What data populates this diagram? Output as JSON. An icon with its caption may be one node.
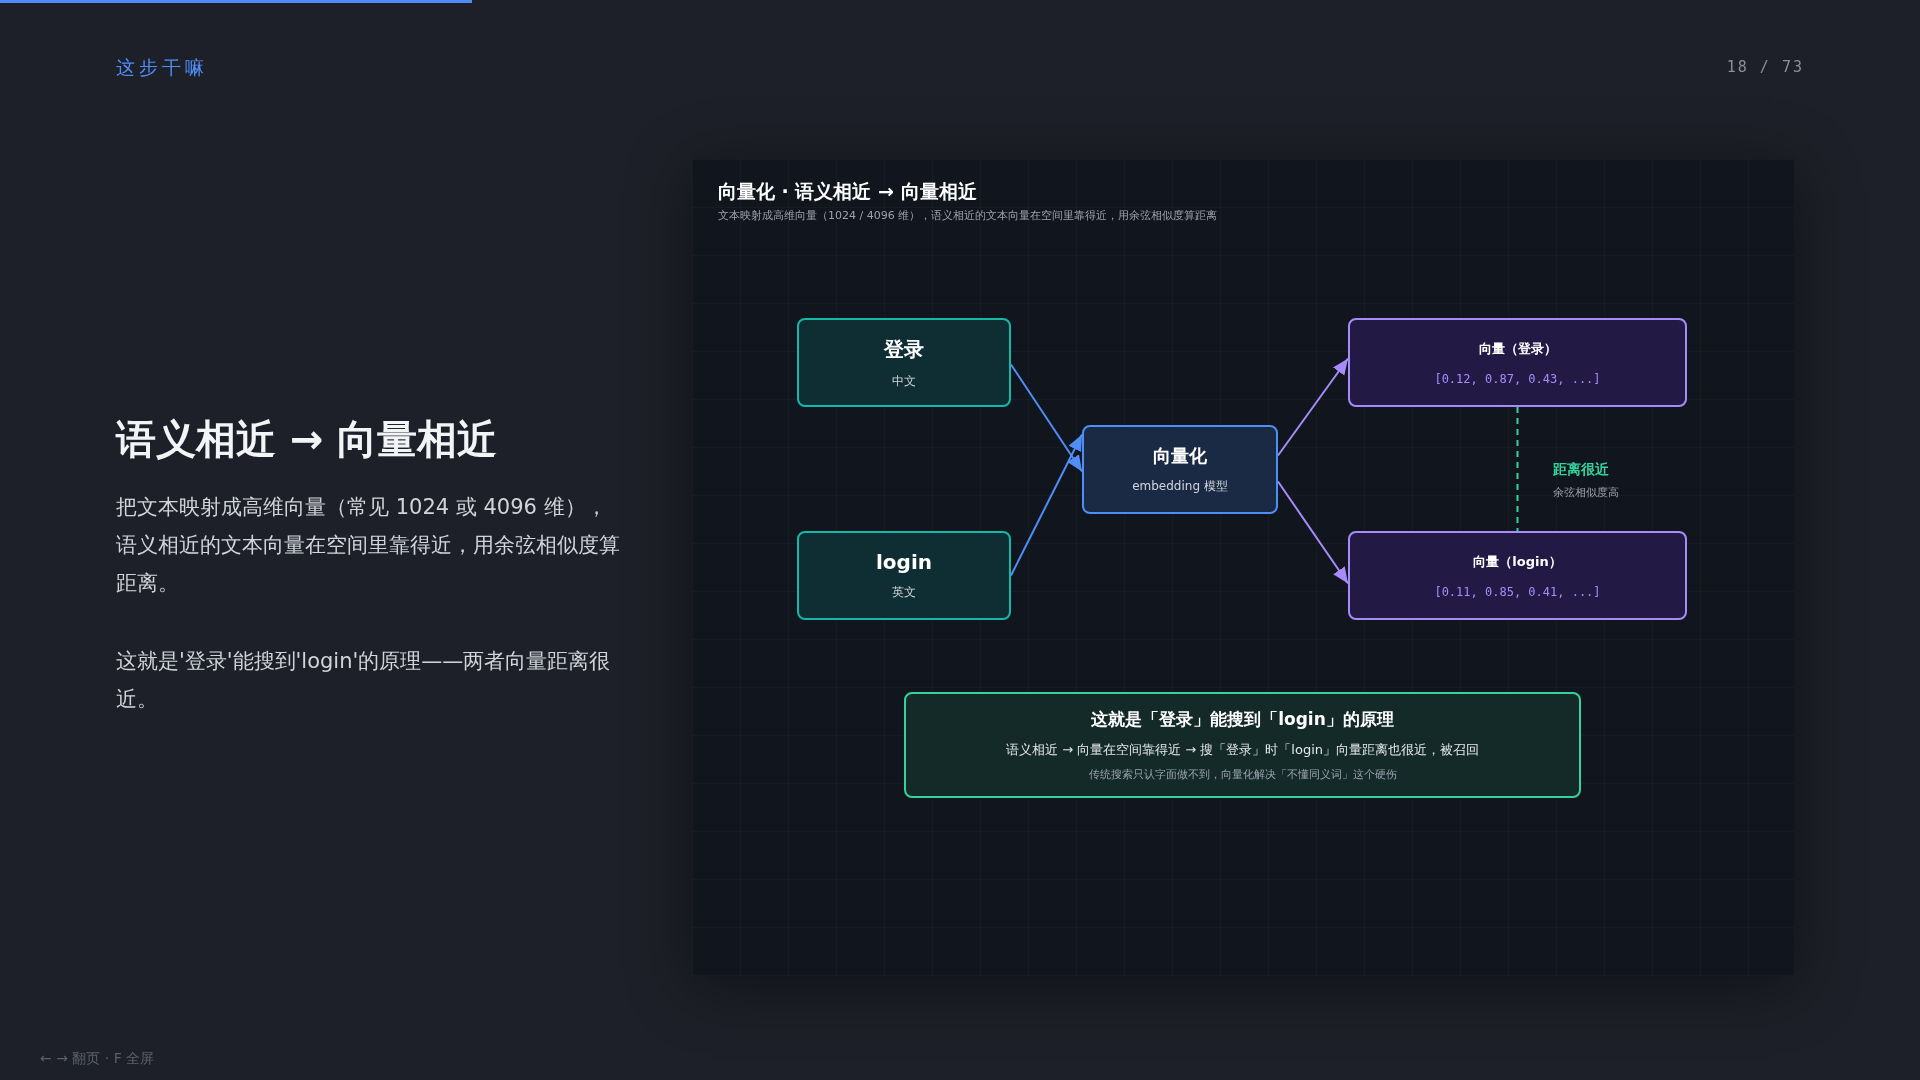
{
  "diagram": {
    "title": "语义相近 → 向量相近",
    "nodes": [
      {
        "text": [
          "向量化 · 语义相近 → 向量相近",
          "文本映射成高维向量（1024 / 4096 维），语义相近的文本向量在空间里靠得近，用余弦相似度算距离"
        ]
      },
      {
        "text": [
          "登录",
          "中文"
        ],
        "in": 0
      },
      {
        "text": [
          "login",
          "英文"
        ],
        "in": 0
      },
      {
        "text": [
          "向量化",
          "embedding 模型"
        ],
        "in": 0
      },
      {
        "text": [
          "向量（登录）",
          "[0.12, 0.87, 0.43, ...]"
        ],
        "in": 0
      },
      {
        "text": [
          "向量（login）",
          "[0.11, 0.85, 0.41, ...]"
        ],
        "in": 0
      },
      {
        "text": [
          "这就是「登录」能搜到「login」的原理",
          "语义相近 → 向量在空间靠得近 → 搜「登录」时「login」向量距离也很近，被召回",
          "传统搜索只认字面做不到，向量化解决「不懂同义词」这个硬伤"
        ],
        "in": 0
      }
    ],
    "edges": [
      {
        "from": 1,
        "to": 3,
        "arrow": "to",
        "color": "#4f8ef7"
      },
      {
        "from": 2,
        "to": 3,
        "arrow": "to",
        "color": "#4f8ef7"
      },
      {
        "from": 3,
        "to": 4,
        "arrow": "to",
        "color": "#a78bfa"
      },
      {
        "from": 3,
        "to": 5,
        "arrow": "to",
        "color": "#a78bfa"
      },
      {
        "from": 4,
        "to": 5,
        "arrow": "none",
        "style": "dashed",
        "color": "#34d399",
        "label": "距离很近"
      }
    ],
    "labels": [
      "这步干嘛",
      "18 / 73",
      "把文本映射成高维向量（常见 1024 或 4096 维），语义相近的文本向量在空间里靠得近，用余弦相似度算距离。",
      "这就是'登录'能搜到'login'的原理——两者向量距离很近。",
      "余弦相似度高",
      "← → 翻页 · F 全屏"
    ]
  }
}
